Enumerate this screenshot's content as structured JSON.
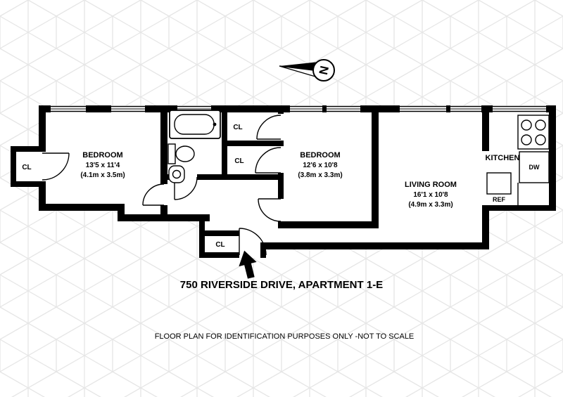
{
  "title": "750 RIVERSIDE DRIVE, APARTMENT 1-E",
  "disclaimer": "FLOOR PLAN FOR IDENTIFICATION PURPOSES ONLY -NOT TO SCALE",
  "compass": {
    "north_label": "N"
  },
  "rooms": {
    "bedroom1": {
      "name": "BEDROOM",
      "dimensions_imperial": "13'5 x 11'4",
      "dimensions_metric": "(4.1m x 3.5m)"
    },
    "bedroom2": {
      "name": "BEDROOM",
      "dimensions_imperial": "12'6 x 10'8",
      "dimensions_metric": "(3.8m x 3.3m)"
    },
    "living_room": {
      "name": "LIVING ROOM",
      "dimensions_imperial": "16'1 x 10'8",
      "dimensions_metric": "(4.9m x 3.3m)"
    },
    "kitchen": {
      "name": "KITCHEN"
    }
  },
  "closets": {
    "left": "CL",
    "hall_upper": "CL",
    "hall_lower": "CL",
    "entry": "CL"
  },
  "appliances": {
    "dishwasher": "DW",
    "refrigerator": "REF"
  },
  "colors": {
    "walls": "#000000",
    "floor": "#ffffff",
    "pattern_line": "#e6e6e6"
  }
}
